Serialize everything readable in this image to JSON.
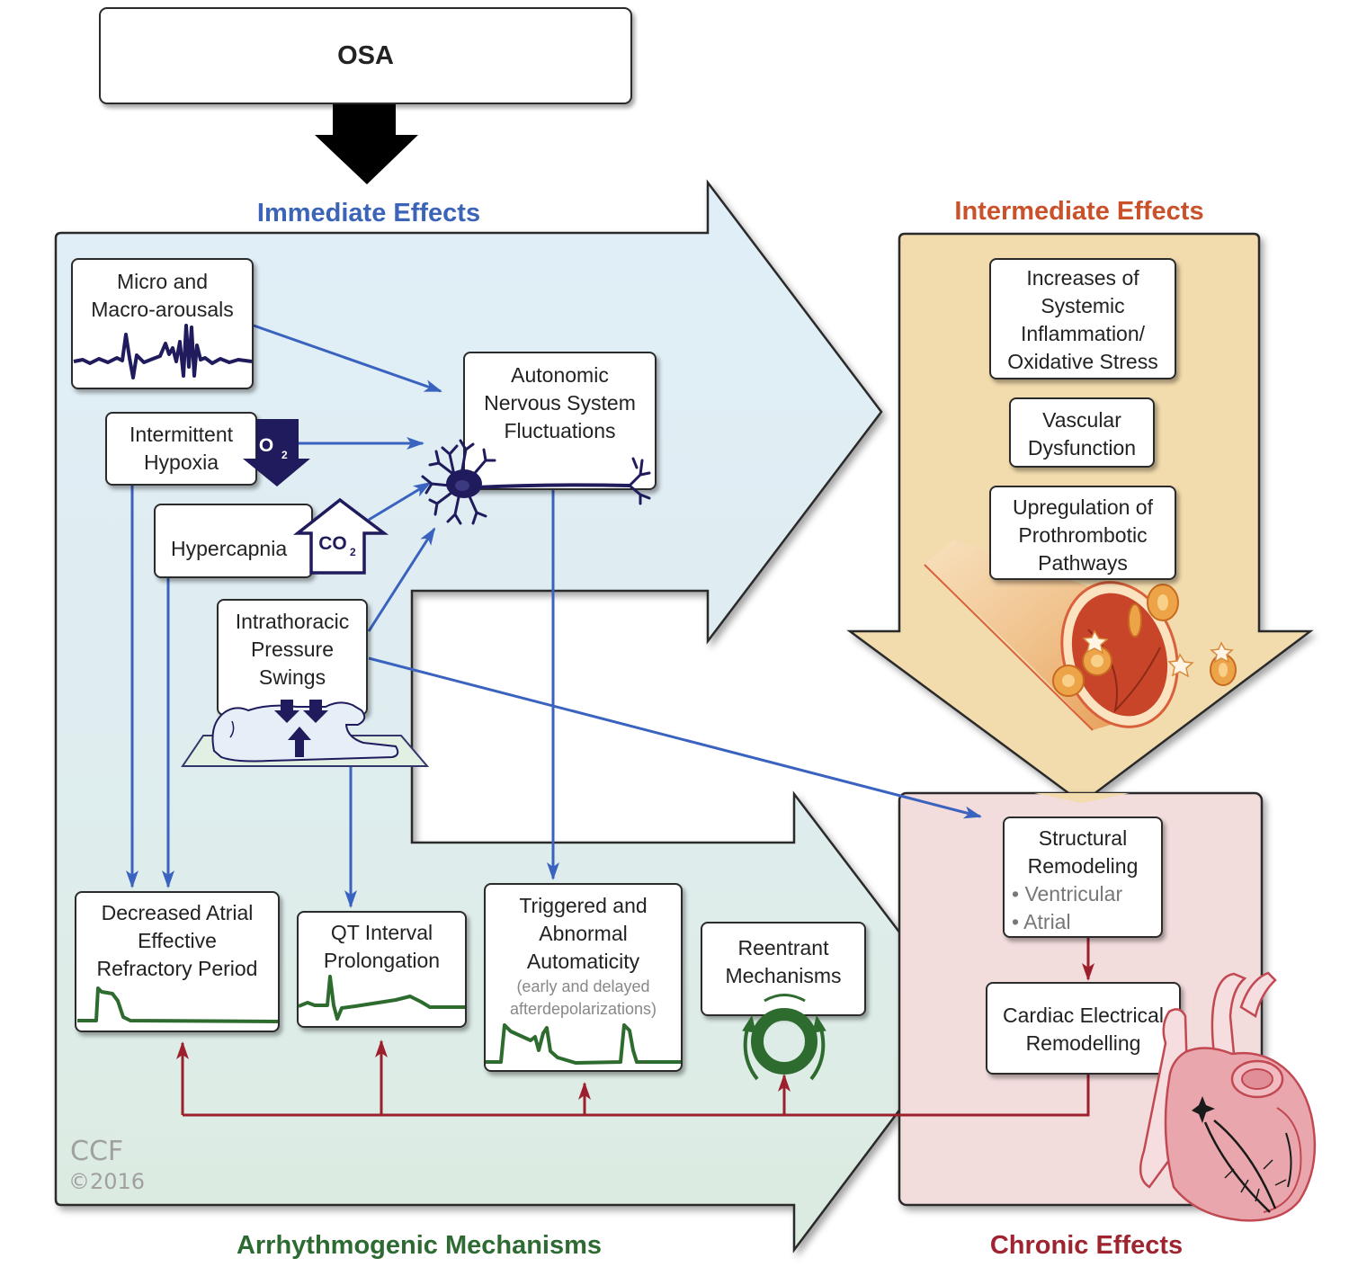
{
  "source": {
    "label": "OSA"
  },
  "sections": {
    "immediate": "Immediate Effects",
    "intermediate": "Intermediate Effects",
    "arrhythmogenic": "Arrhythmogenic Mechanisms",
    "chronic": "Chronic Effects"
  },
  "immediate_effects": {
    "arousals": {
      "lines": [
        "Micro and",
        "Macro-arousals"
      ],
      "icon": "eeg-trace-icon"
    },
    "hypoxia": {
      "lines": [
        "Intermittent",
        "Hypoxia"
      ],
      "icon": "o2-down-arrow-icon",
      "gas": "O",
      "gas_sub": "2"
    },
    "hypercapnia": {
      "lines": [
        "Hypercapnia"
      ],
      "icon": "co2-up-arrow-icon",
      "gas": "CO",
      "gas_sub": "2"
    },
    "intrathoracic": {
      "lines": [
        "Intrathoracic",
        "Pressure",
        "Swings"
      ],
      "icon": "supine-patient-icon"
    },
    "autonomic": {
      "lines": [
        "Autonomic",
        "Nervous System",
        "Fluctuations"
      ],
      "icon": "neuron-icon"
    }
  },
  "intermediate_effects": [
    {
      "lines": [
        "Increases of",
        "Systemic",
        "Inflammation/",
        "Oxidative Stress"
      ]
    },
    {
      "lines": [
        "Vascular",
        "Dysfunction"
      ]
    },
    {
      "lines": [
        "Upregulation of",
        "Prothrombotic",
        "Pathways"
      ]
    }
  ],
  "chronic_effects": {
    "structural": {
      "lines": [
        "Structural",
        "Remodeling"
      ],
      "bullets": [
        "•  Ventricular",
        "•  Atrial"
      ]
    },
    "electrical": {
      "lines": [
        "Cardiac Electrical",
        "Remodelling"
      ],
      "icon": "heart-icon"
    }
  },
  "arrhythmogenic_mechanisms": [
    {
      "lines": [
        "Decreased Atrial",
        "Effective",
        "Refractory Period"
      ],
      "icon": "action-potential-trace-icon"
    },
    {
      "lines": [
        "QT Interval",
        "Prolongation"
      ],
      "icon": "ecg-trace-icon"
    },
    {
      "lines": [
        "Triggered and",
        "Abnormal",
        "Automaticity"
      ],
      "note": [
        "(early and delayed",
        "afterdepolarizations)"
      ],
      "icon": "afterdepolarization-trace-icon"
    },
    {
      "lines": [
        "Reentrant",
        "Mechanisms"
      ],
      "icon": "reentry-circuit-icon"
    }
  ],
  "credit": {
    "org": "CCF",
    "copyright": "©2016"
  },
  "colors": {
    "immediate_title": "#3b63b8",
    "intermediate_title": "#c9522b",
    "arrhythmogenic_title": "#2e6b33",
    "chronic_title": "#9e2530",
    "blue_connector": "#3a62bf",
    "red_connector": "#9c1f2d",
    "waveform": "#2e6b2e",
    "navy_icon": "#1f1b5c"
  }
}
